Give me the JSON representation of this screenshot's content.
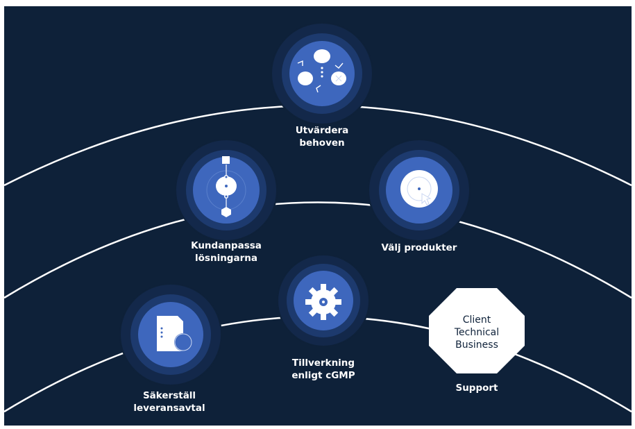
{
  "colors": {
    "background": "#0e2139",
    "halo_outer": "#13284a",
    "halo_inner": "#1d3a6e",
    "node_fill": "#3e67bd",
    "arc_stroke": "#ffffff",
    "octagon_fill": "#ffffff"
  },
  "steps": [
    {
      "icon": "evaluate-flow-icon",
      "lines": [
        "Utvärdera",
        "behoven"
      ]
    },
    {
      "icon": "customize-shapes-icon",
      "lines": [
        "Kundanpassa",
        "lösningarna"
      ]
    },
    {
      "icon": "select-products-disc-icon",
      "lines": [
        "Välj produkter"
      ]
    },
    {
      "icon": "document-agreement-icon",
      "lines": [
        "Säkerställ",
        "leveransavtal"
      ]
    },
    {
      "icon": "gear-icon",
      "lines": [
        "Tillverkning",
        "enligt cGMP"
      ]
    }
  ],
  "support": {
    "badge_lines": [
      "Client",
      "Technical",
      "Business"
    ],
    "label": "Support"
  }
}
